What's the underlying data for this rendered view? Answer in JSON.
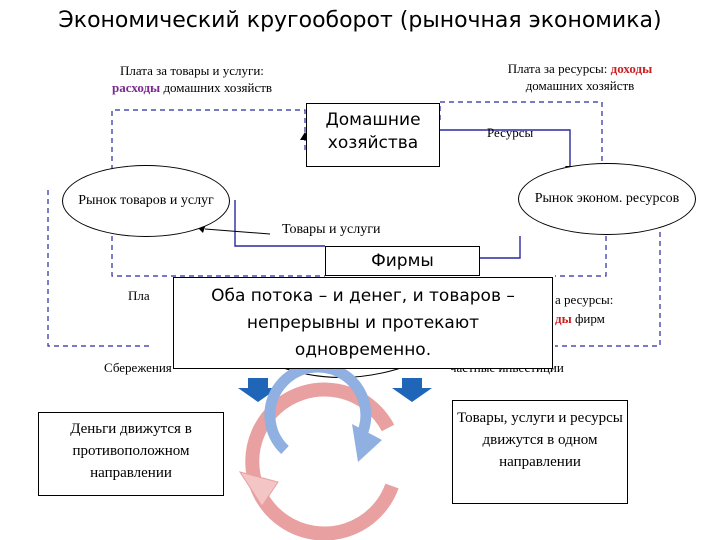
{
  "title": "Экономический кругооборот (рыночная экономика)",
  "labels": {
    "households_payment_prefix": "Плата за товары и услуги:",
    "households_payment_highlight": "расходы",
    "households_payment_suffix": "домашних хозяйств",
    "resource_payment_prefix": "Плата за ресурсы:",
    "resource_payment_highlight": "доходы",
    "resource_payment_suffix": "домашних хозяйств",
    "resources": "Ресурсы",
    "goods_services": "Товары и услуги",
    "firms_left_partial": "Пла",
    "firms_right_partial_prefix": "а ресурсы:",
    "firms_right_partial_highlight": "ды",
    "firms_right_partial_suffix": "фирм",
    "savings_partial": "Сбережения",
    "investments_partial": "частные инвестиции"
  },
  "nodes": {
    "households": "Домашние хозяйства",
    "goods_market": "Рынок товаров и услуг",
    "resource_market": "Рынок эконом. ресурсов",
    "firms": "Фирмы"
  },
  "callout": "Оба потока – и денег, и товаров – непрерывны и протекают одновременно.",
  "notes": {
    "money": "Деньги движутся в противоположном направлении",
    "goods": "Товары, услуги и ресурсы движутся в одном направлении"
  },
  "colors": {
    "flow_line": "#2a2aa0",
    "big_arrow": "#1f66b8",
    "red_text": "#cc1f1f",
    "purple_text": "#7a2a8e",
    "ring_outer": "#e8a0a0",
    "ring_inner": "#8fb0e0"
  }
}
